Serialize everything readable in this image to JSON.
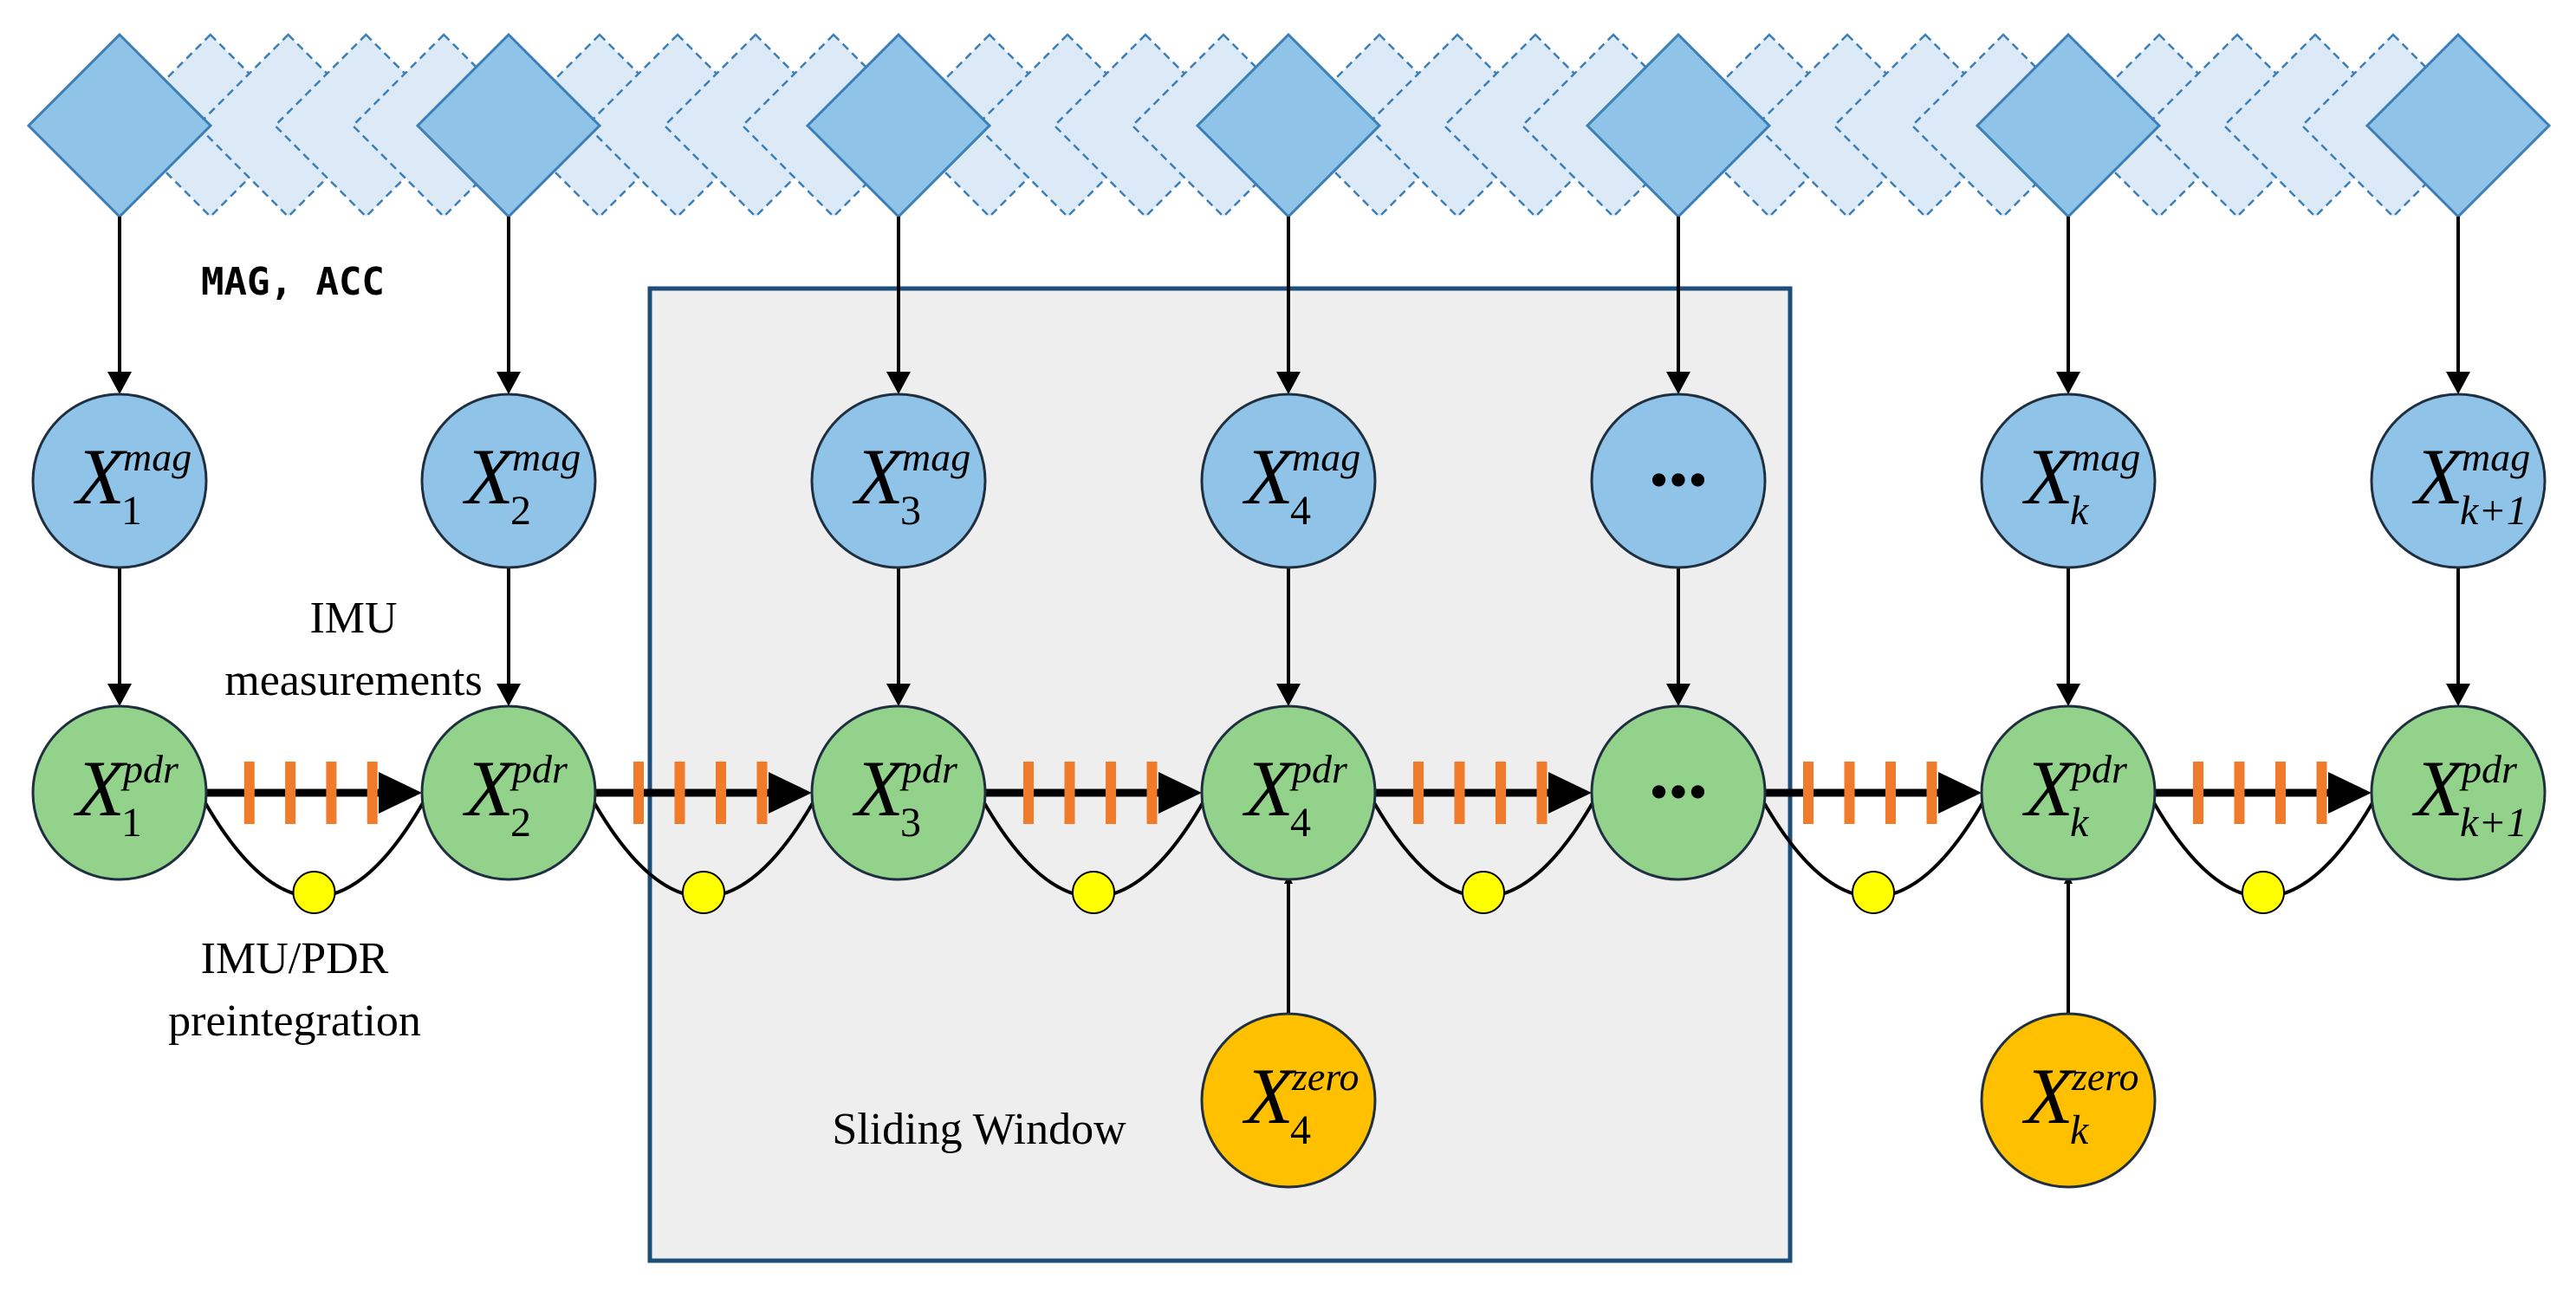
{
  "labels": {
    "sensor_label": "MAG, ACC",
    "imu_line1": "IMU",
    "imu_line2": "measurements",
    "preint_line1": "IMU/PDR",
    "preint_line2": "preintegration",
    "window_label": "Sliding Window"
  },
  "nodes": [
    {
      "id": "1",
      "mag_sub": "1",
      "pdr_sub": "1",
      "ellipsis": false
    },
    {
      "id": "2",
      "mag_sub": "2",
      "pdr_sub": "2",
      "ellipsis": false
    },
    {
      "id": "3",
      "mag_sub": "3",
      "pdr_sub": "3",
      "ellipsis": false
    },
    {
      "id": "4",
      "mag_sub": "4",
      "pdr_sub": "4",
      "ellipsis": false,
      "zero_sub": "4"
    },
    {
      "id": "dots",
      "ellipsis": true
    },
    {
      "id": "k",
      "mag_sub": "k",
      "pdr_sub": "k",
      "ellipsis": false,
      "zero_sub": "k"
    },
    {
      "id": "k1",
      "mag_sub": "k+1",
      "pdr_sub": "k+1",
      "ellipsis": false
    }
  ],
  "superscripts": {
    "mag": "mag",
    "pdr": "pdr",
    "zero": "zero"
  },
  "symbol": "X",
  "ellipsis_text": "•••",
  "colors": {
    "mag_fill": "#8fc4e8",
    "pdr_fill": "#93d28a",
    "zero_fill": "#ffc000",
    "diamond_dark": "#8fc4e8",
    "diamond_light": "#dbeaf6",
    "diamond_stroke": "#3c7fb6",
    "window_fill": "#eeeeee",
    "window_stroke": "#1b4e79",
    "tick": "#f07b2b",
    "factor": "#ffff00"
  }
}
